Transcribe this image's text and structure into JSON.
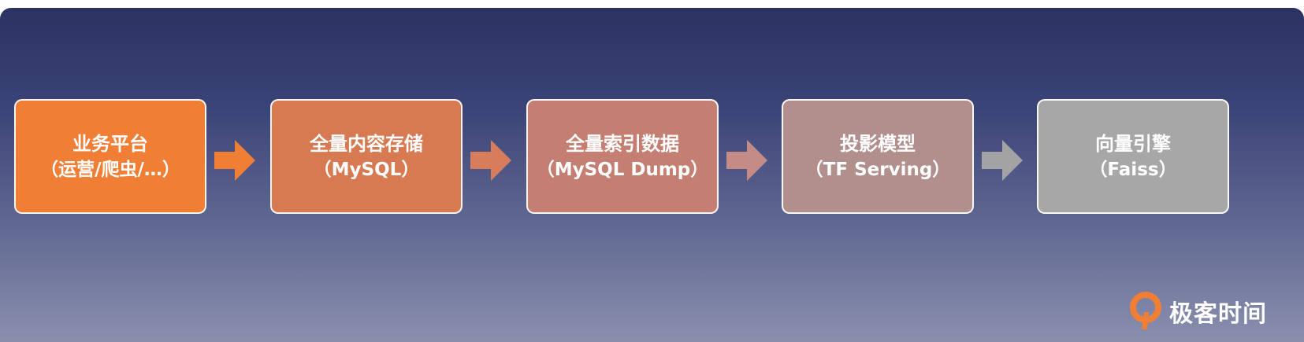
{
  "stages": [
    {
      "title": "业务平台",
      "subtitle": "（运营/爬虫/…）",
      "color": "#f07f35"
    },
    {
      "title": "全量内容存储",
      "subtitle": "（MySQL）",
      "color": "#d77a52"
    },
    {
      "title": "全量索引数据",
      "subtitle": "（MySQL Dump）",
      "color": "#c47f72"
    },
    {
      "title": "投影模型",
      "subtitle": "（TF Serving）",
      "color": "#b18f8d"
    },
    {
      "title": "向量引擎",
      "subtitle": "（Faiss）",
      "color": "#a7a7a7"
    }
  ],
  "arrows": [
    {
      "color": "#ef7f35"
    },
    {
      "color": "#d87d5b"
    },
    {
      "color": "#c58b86"
    },
    {
      "color": "#a3a3a3"
    }
  ],
  "brand": {
    "name": "极客时间",
    "accent": "#f07f35"
  }
}
